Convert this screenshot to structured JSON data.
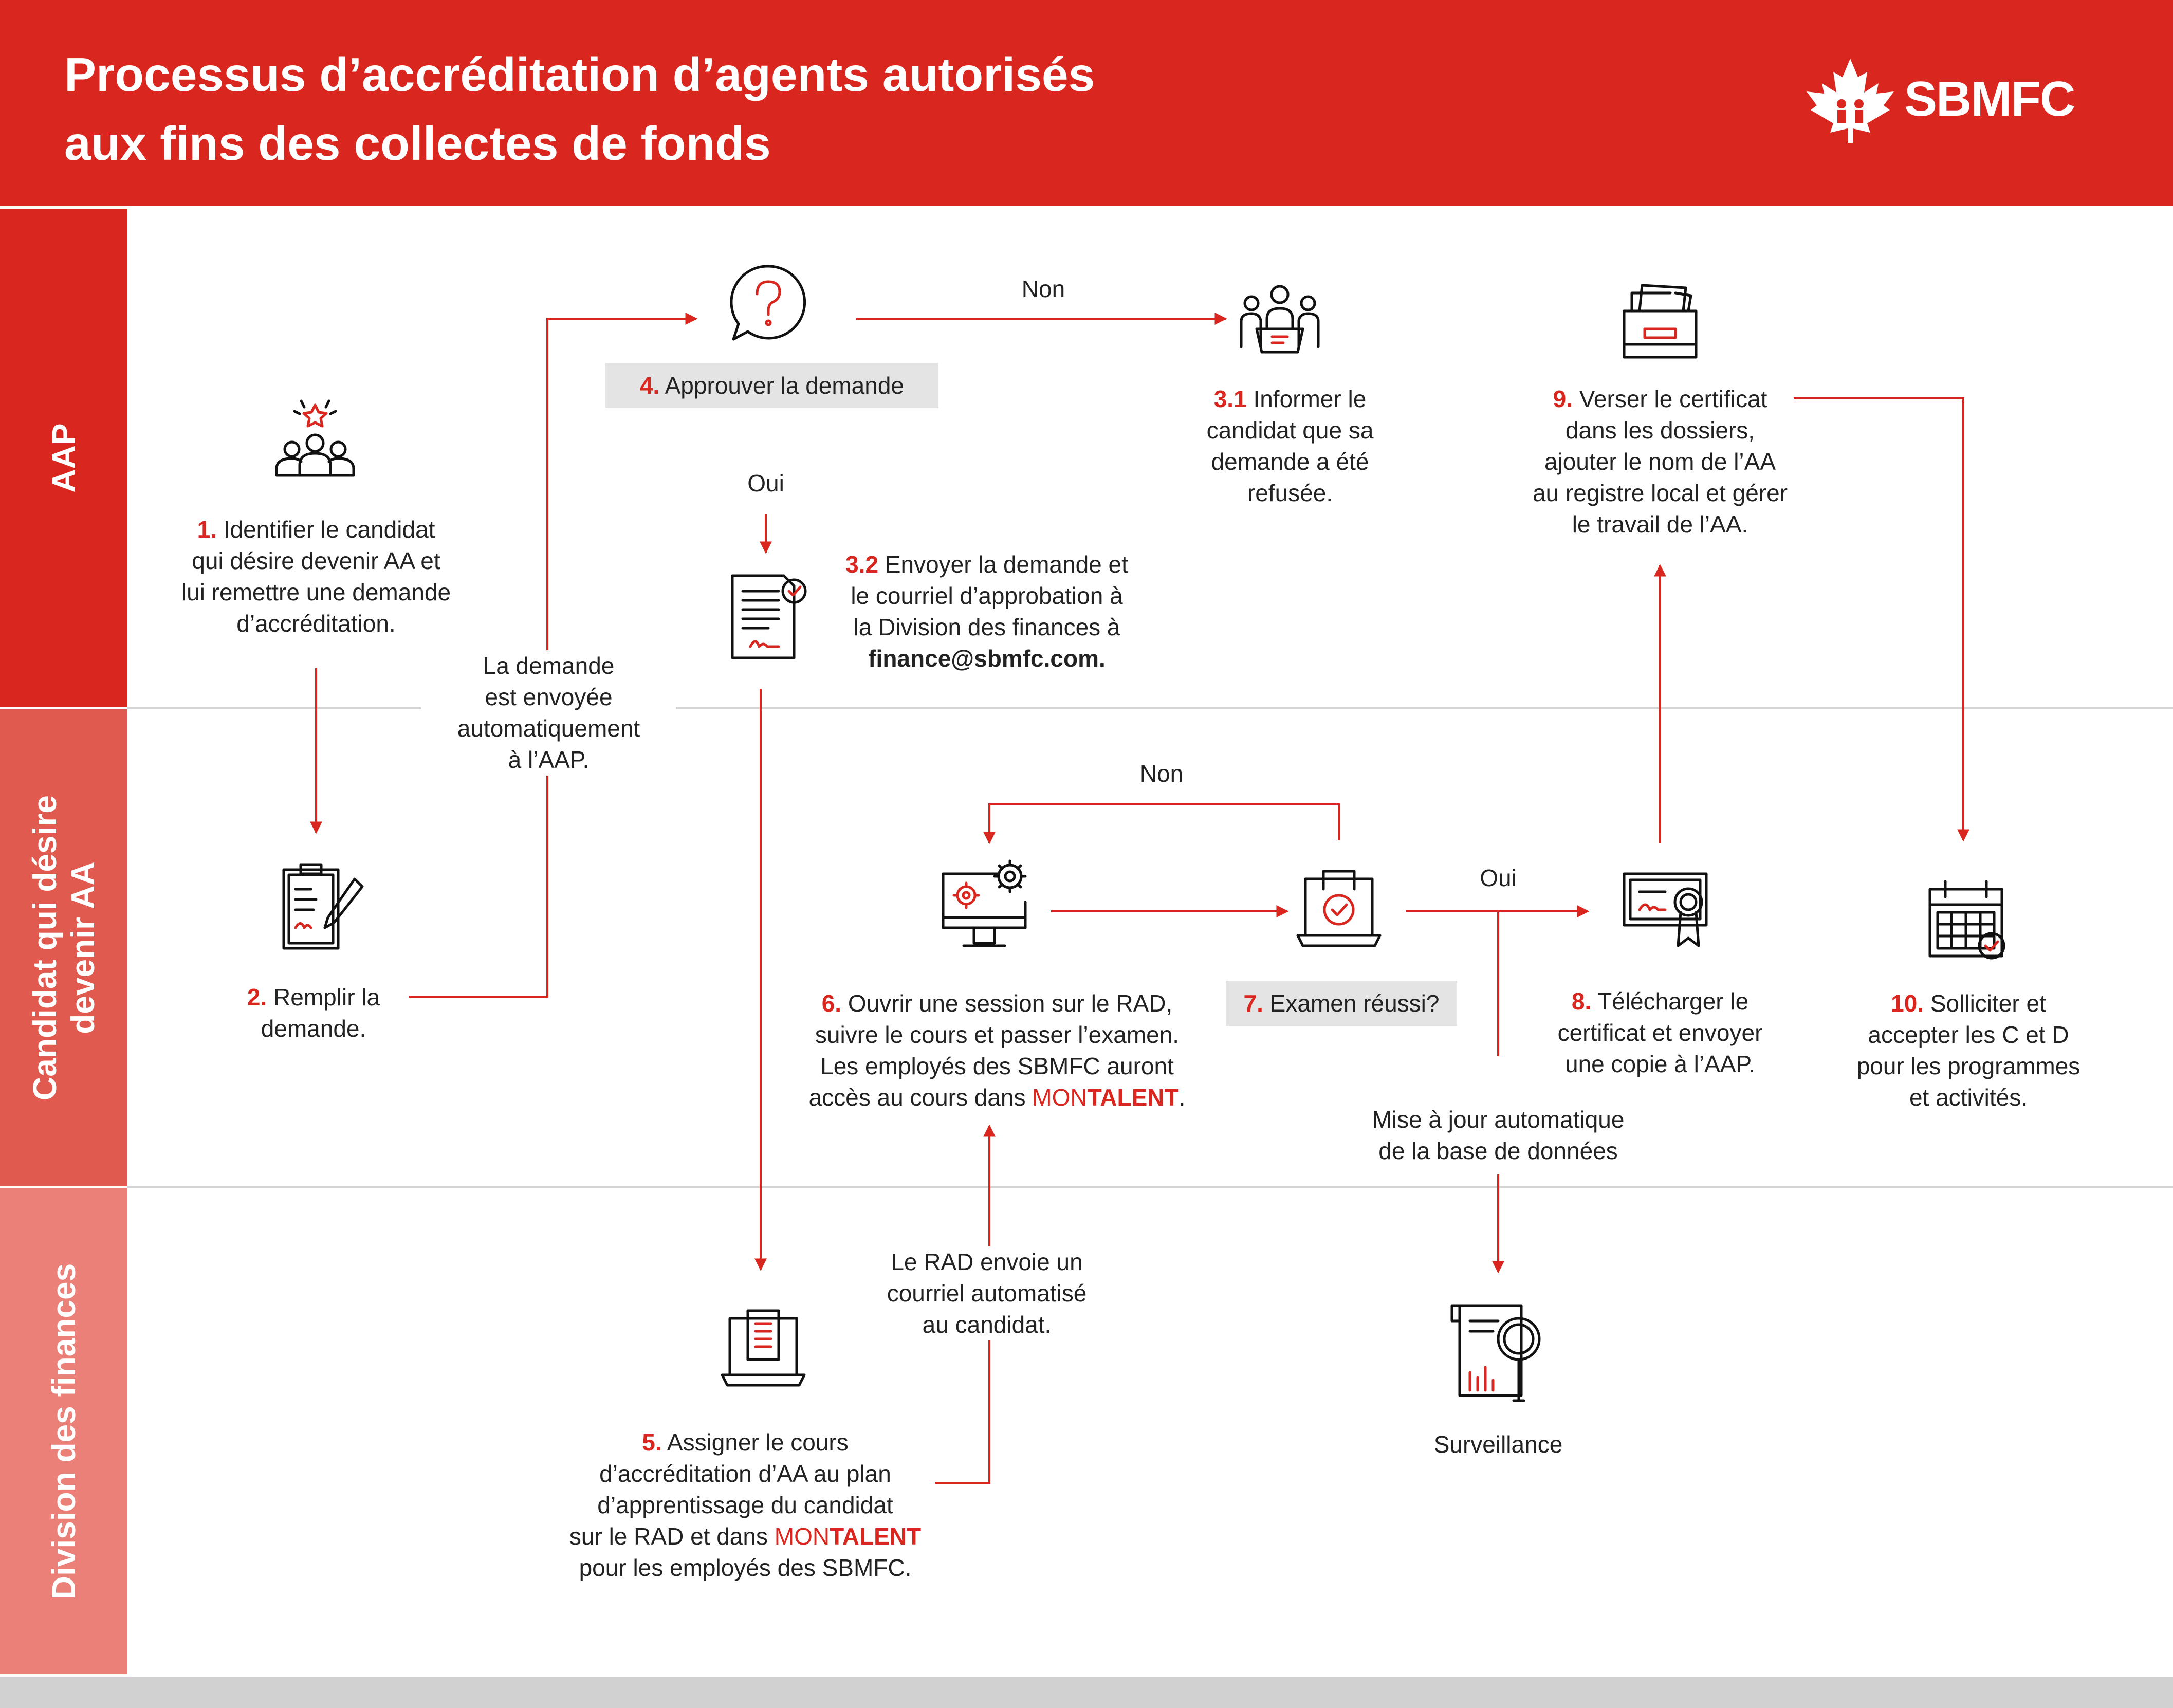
{
  "header": {
    "title_line1": "Processus d’accréditation d’agents autorisés",
    "title_line2": "aux fins des collectes de fonds",
    "logo_text": "SBMFC",
    "background_color": "#d9261e"
  },
  "lanes": [
    {
      "label": "AAP",
      "color": "#d9261e"
    },
    {
      "label_line1": "Candidat qui désire",
      "label_line2": "devenir AA",
      "color": "#e05a4f"
    },
    {
      "label": "Division des finances",
      "color": "#eb8079"
    }
  ],
  "steps": {
    "s1": {
      "num": "1.",
      "text_a": "Identifier le candidat",
      "text_b": "qui désire devenir AA et",
      "text_c": "lui remettre une demande",
      "text_d": "d’accréditation.",
      "icon": "team-star-icon"
    },
    "s2": {
      "num": "2.",
      "text_a": "Remplir la",
      "text_b": "demande.",
      "icon": "clipboard-form-icon"
    },
    "s3_1": {
      "num": "3.1",
      "text_a": "Informer le",
      "text_b": "candidat que sa",
      "text_c": "demande a été",
      "text_d": "refusée.",
      "icon": "meeting-icon"
    },
    "s3_2": {
      "num": "3.2",
      "text_a": "Envoyer la demande et",
      "text_b": "le courriel d’approbation à",
      "text_c": "la Division des finances à",
      "email": "finance@sbmfc.com.",
      "icon": "signed-document-icon"
    },
    "s4": {
      "num": "4.",
      "text": "Approuver la demande",
      "icon": "question-bubble-icon"
    },
    "s5": {
      "num": "5.",
      "text_a": "Assigner le cours",
      "text_b": "d’accréditation d’AA au plan",
      "text_c": "d’apprentissage du candidat",
      "text_d_pre": "sur le RAD et dans ",
      "brand_mon": "MON",
      "brand_talent": "TALENT",
      "text_e": "pour les employés des SBMFC.",
      "icon": "laptop-document-icon"
    },
    "s6": {
      "num": "6.",
      "text_a": "Ouvrir une session sur le RAD,",
      "text_b": "suivre le cours et passer l’examen.",
      "text_c": "Les employés des SBMFC auront",
      "text_d_pre": "accès au cours dans ",
      "brand_mon": "MON",
      "brand_talent": "TALENT",
      "text_d_post": ".",
      "icon": "monitor-gears-icon"
    },
    "s7": {
      "num": "7.",
      "text": "Examen réussi?",
      "icon": "laptop-check-icon"
    },
    "s8": {
      "num": "8.",
      "text_a": "Télécharger le",
      "text_b": "certificat et envoyer",
      "text_c": "une copie à l’AAP.",
      "icon": "certificate-icon"
    },
    "s9": {
      "num": "9.",
      "text_a": "Verser le certificat",
      "text_b": "dans les dossiers,",
      "text_c": "ajouter le nom de l’AA",
      "text_d": "au registre local et gérer",
      "text_e": "le travail de l’AA.",
      "icon": "file-drawer-icon"
    },
    "s10": {
      "num": "10.",
      "text_a": "Solliciter et",
      "text_b": "accepter les C et D",
      "text_c": "pour les programmes",
      "text_d": "et activités.",
      "icon": "calendar-check-icon"
    },
    "surveillance": {
      "text": "Surveillance",
      "icon": "report-magnifier-icon"
    }
  },
  "flow_labels": {
    "non_top": "Non",
    "oui_top": "Oui",
    "auto_send_a": "La demande",
    "auto_send_b": "est envoyée",
    "auto_send_c": "automatiquement",
    "auto_send_d": "à l’AAP.",
    "non_mid": "Non",
    "oui_mid": "Oui",
    "db_update_a": "Mise à jour automatique",
    "db_update_b": "de la base de données",
    "rad_email_a": "Le RAD envoie un",
    "rad_email_b": "courriel automatisé",
    "rad_email_c": "au candidat."
  },
  "colors": {
    "accent": "#d9261e",
    "pill": "#e4e4e4",
    "separator": "#d4d4d4"
  }
}
